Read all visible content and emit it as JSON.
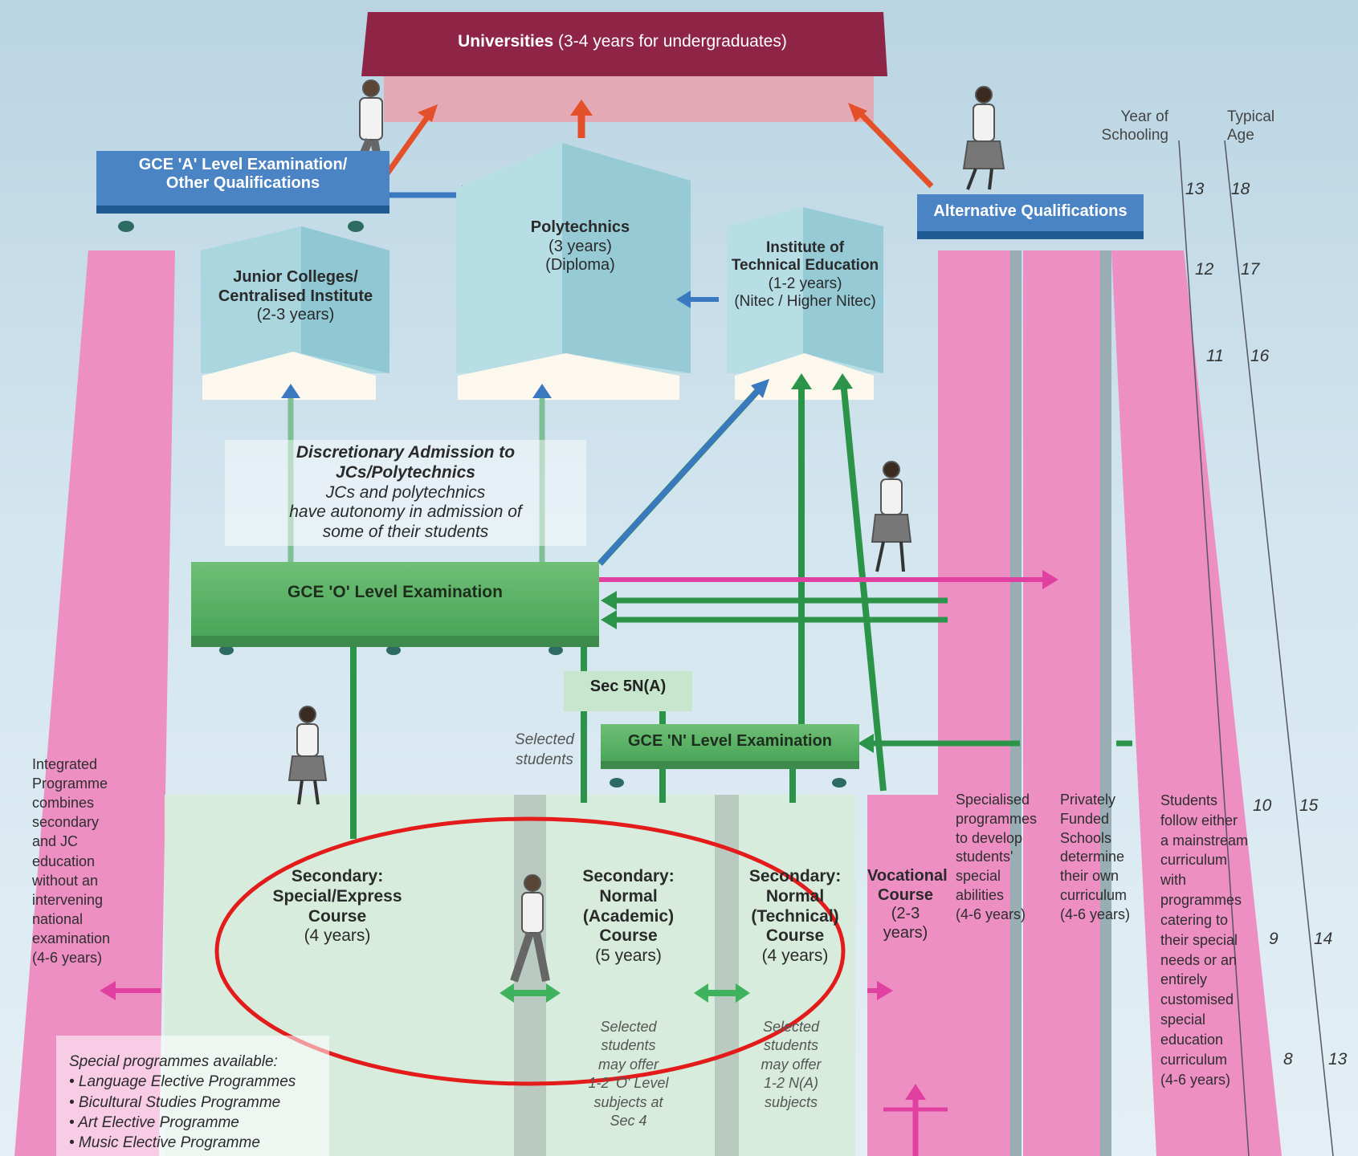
{
  "universities": {
    "title": "Universities",
    "detail": "(3-4 years for undergraduates)"
  },
  "a_level": {
    "line1": "GCE 'A' Level Examination/",
    "line2": "Other Qualifications"
  },
  "alternative": {
    "label": "Alternative Qualifications"
  },
  "junior_colleges": {
    "line1": "Junior Colleges/",
    "line2": "Centralised Institute",
    "years": "(2-3 years)"
  },
  "polytechnics": {
    "title": "Polytechnics",
    "years": "(3 years)",
    "award": "(Diploma)"
  },
  "ite": {
    "line1": "Institute of",
    "line2": "Technical Education",
    "years": "(1-2 years)",
    "award": "(Nitec / Higher Nitec)"
  },
  "discretionary": {
    "title": "Discretionary Admission to JCs/Polytechnics",
    "line1": "JCs and polytechnics",
    "line2": "have autonomy in admission of",
    "line3": "some of their students"
  },
  "o_level": {
    "label": "GCE 'O' Level Examination"
  },
  "sec5na": {
    "label": "Sec 5N(A)"
  },
  "n_level": {
    "label": "GCE 'N' Level Examination"
  },
  "selected_students": {
    "line1": "Selected",
    "line2": "students"
  },
  "integrated": {
    "lines": [
      "Integrated",
      "Programme",
      "combines",
      "secondary",
      "and JC",
      "education",
      "without an",
      "intervening",
      "national",
      "examination",
      "(4-6 years)"
    ]
  },
  "express": {
    "line1": "Secondary:",
    "line2": "Special/Express",
    "line3": "Course",
    "years": "(4 years)"
  },
  "normal_academic": {
    "line1": "Secondary:",
    "line2": "Normal",
    "line3": "(Academic)",
    "line4": "Course",
    "years": "(5 years)",
    "note": [
      "Selected",
      "students",
      "may offer",
      "1-2 'O' Level",
      "subjects at",
      "Sec 4"
    ]
  },
  "normal_technical": {
    "line1": "Secondary:",
    "line2": "Normal",
    "line3": "(Technical)",
    "line4": "Course",
    "years": "(4 years)",
    "note": [
      "Selected",
      "students",
      "may offer",
      "1-2 N(A)",
      "subjects"
    ]
  },
  "vocational": {
    "line1": "Vocational",
    "line2": "Course",
    "years1": "(2-3",
    "years2": "years)"
  },
  "specialised": {
    "lines": [
      "Specialised",
      "programmes",
      "to develop",
      "students'",
      "special",
      "abilities",
      "(4-6 years)"
    ]
  },
  "privately": {
    "lines": [
      "Privately",
      "Funded",
      "Schools",
      "determine",
      "their own",
      "curriculum",
      "(4-6 years)"
    ]
  },
  "special_ed": {
    "lines": [
      "Students",
      "follow either",
      "a mainstream",
      "curriculum",
      "with",
      "programmes",
      "catering to",
      "their special",
      "needs or an",
      "entirely",
      "customised",
      "special",
      "education",
      "curriculum",
      "(4-6 years)"
    ]
  },
  "special_programmes": {
    "title": "Special programmes available:",
    "items": [
      "• Language Elective Programmes",
      "• Bicultural Studies Programme",
      "• Art Elective Programme",
      "• Music Elective Programme"
    ]
  },
  "legend": {
    "year_label1": "Year of",
    "year_label2": "Schooling",
    "age_label1": "Typical",
    "age_label2": "Age"
  },
  "scale": [
    {
      "year": "13",
      "age": "18"
    },
    {
      "year": "12",
      "age": "17"
    },
    {
      "year": "11",
      "age": "16"
    },
    {
      "year": "10",
      "age": "15"
    },
    {
      "year": "9",
      "age": "14"
    },
    {
      "year": "8",
      "age": "13"
    }
  ],
  "colors": {
    "university": "#8e2446",
    "blue_bar": "#4a84c4",
    "green": "#2e9a4a",
    "pink": "#ee8fc4",
    "highlight": "#e31b1b"
  }
}
